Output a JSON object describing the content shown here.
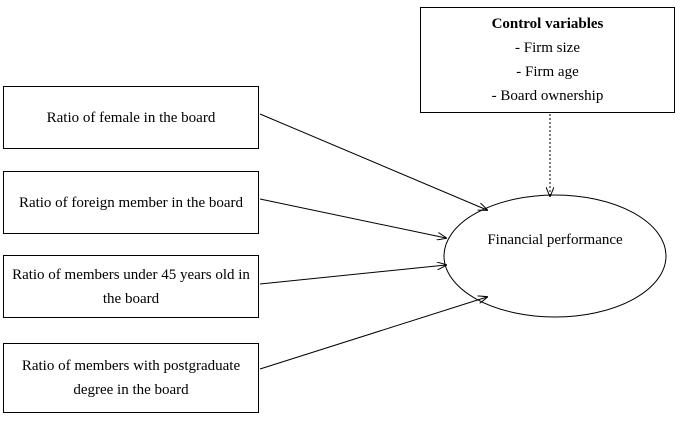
{
  "predictors": [
    {
      "label": "Ratio of female in the board"
    },
    {
      "label": "Ratio of foreign member in the board"
    },
    {
      "label": "Ratio of members under 45 years old in the board"
    },
    {
      "label": "Ratio of members with postgraduate degree in the board"
    }
  ],
  "control": {
    "title": "Control variables",
    "items": [
      "- Firm size",
      "- Firm age",
      "- Board ownership"
    ]
  },
  "outcome": {
    "label": "Financial performance"
  },
  "colors": {
    "line": "#000000",
    "background": "#ffffff"
  }
}
